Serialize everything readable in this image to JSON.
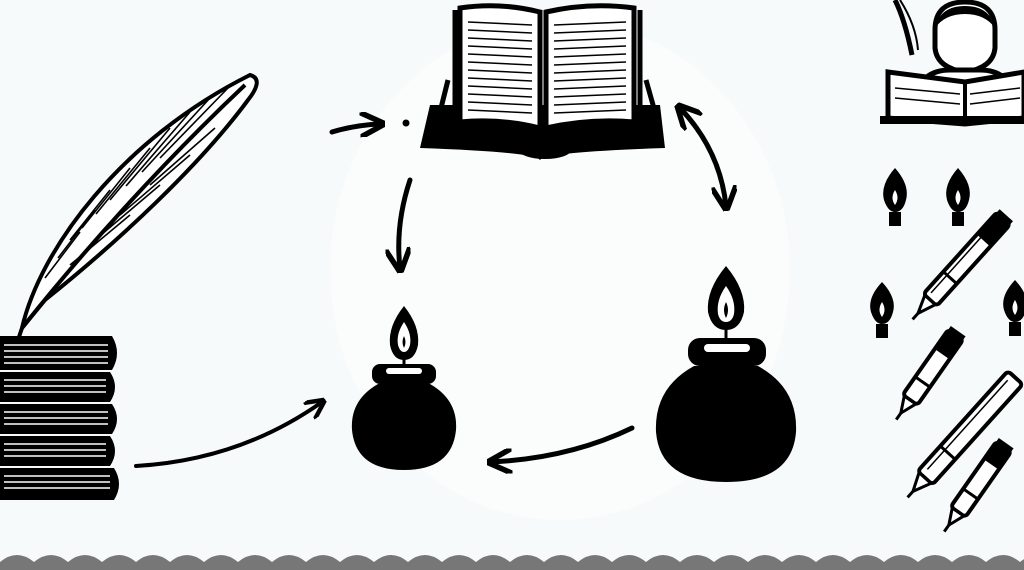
{
  "diagram": {
    "nodes": [
      {
        "id": "quill",
        "icon": "quill-feather-icon"
      },
      {
        "id": "book-stack",
        "icon": "book-stack-icon"
      },
      {
        "id": "open-book",
        "icon": "open-book-on-stand-icon"
      },
      {
        "id": "reader",
        "icon": "reader-with-book-icon"
      },
      {
        "id": "small-inkwell",
        "icon": "inkwell-with-flame-icon"
      },
      {
        "id": "large-inkwell",
        "icon": "inkwell-with-flame-icon"
      }
    ],
    "edges": [
      {
        "from": "book-stack",
        "to": "small-inkwell"
      },
      {
        "from": "left-arrow-start",
        "to": "open-book"
      },
      {
        "from": "open-book",
        "to": "small-inkwell"
      },
      {
        "from": "open-book",
        "to": "large-inkwell",
        "bidirectional": true
      },
      {
        "from": "large-inkwell",
        "to": "small-inkwell"
      }
    ]
  },
  "colors": {
    "background": "#f6fafb",
    "ink": "#000000",
    "paper": "#ffffff",
    "wave": "#777777"
  }
}
